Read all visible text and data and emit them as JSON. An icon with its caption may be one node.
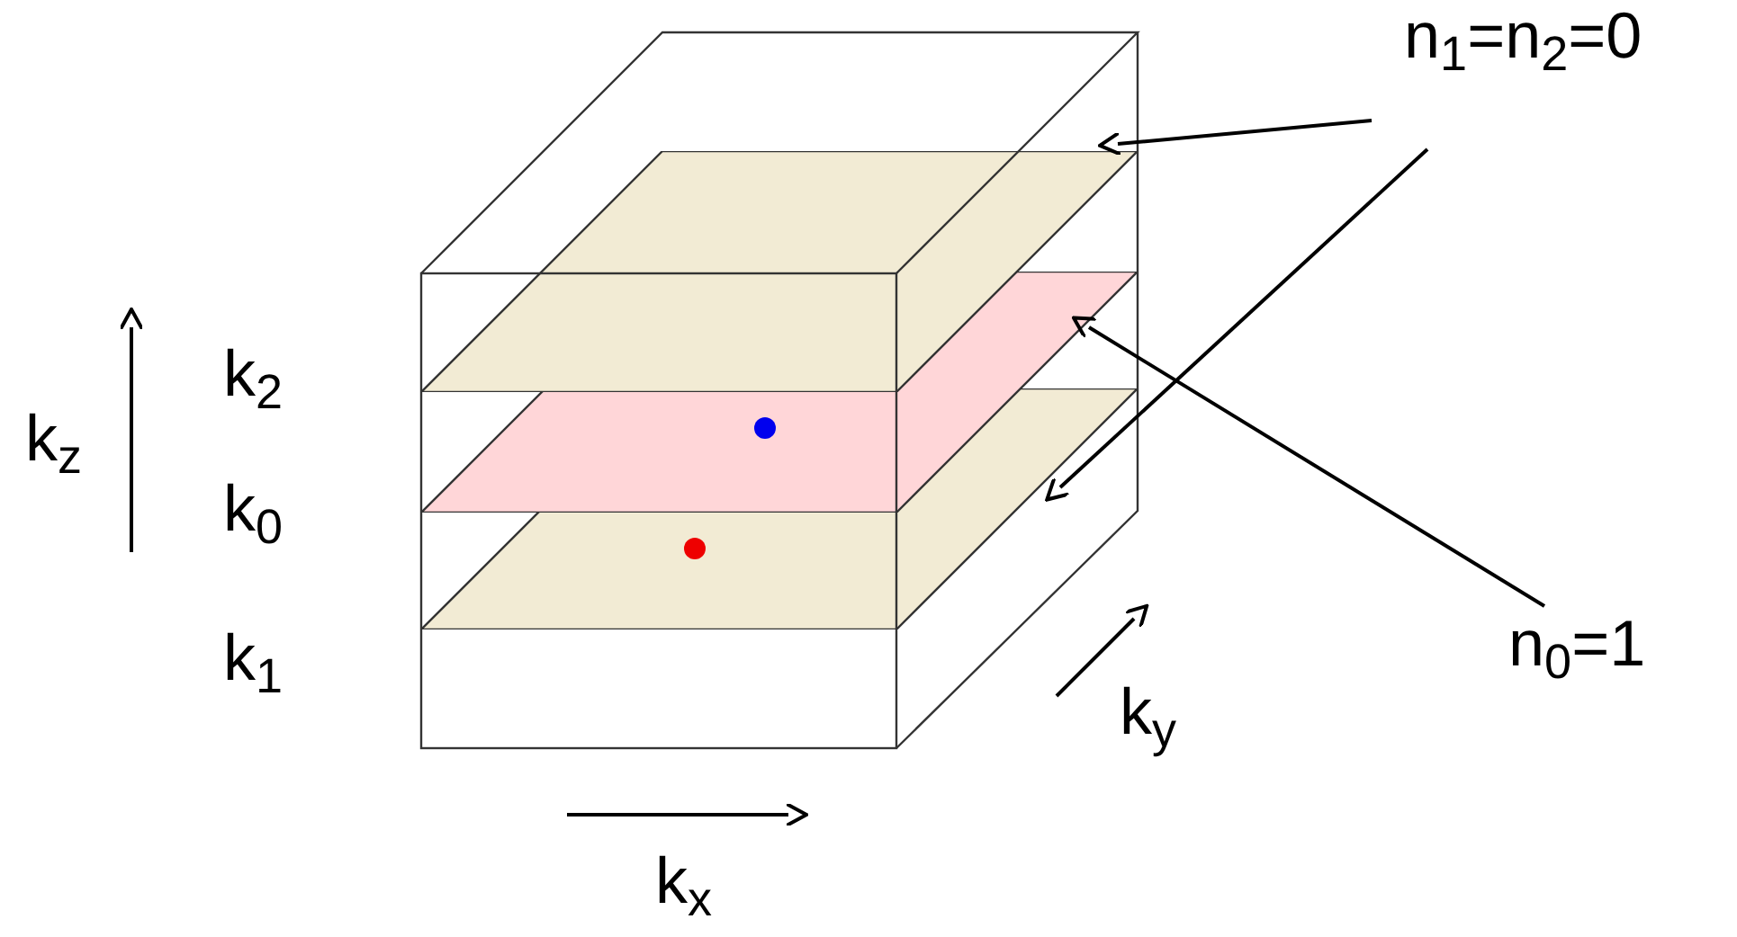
{
  "diagram": {
    "nodes": [
      {
        "text": [
          "n$_{1}$=n$_{2}$=0"
        ]
      },
      {
        "text": [
          "n$_{0}$=1"
        ]
      },
      {
        "text": [],
        "shape": "parallelogram"
      },
      {
        "text": [],
        "shape": "parallelogram"
      },
      {
        "text": [],
        "shape": "parallelogram"
      }
    ],
    "edges": [
      {
        "from": 0,
        "to": 2,
        "arrow": "to"
      },
      {
        "from": 0,
        "to": 4,
        "arrow": "to"
      },
      {
        "from": 1,
        "to": 3,
        "arrow": "to"
      }
    ],
    "labels": [
      "k$_{z}$",
      "k$_{2}$",
      "k$_{0}$",
      "k$_{1}$",
      "k$_{x}$",
      "k$_{y}$"
    ]
  }
}
